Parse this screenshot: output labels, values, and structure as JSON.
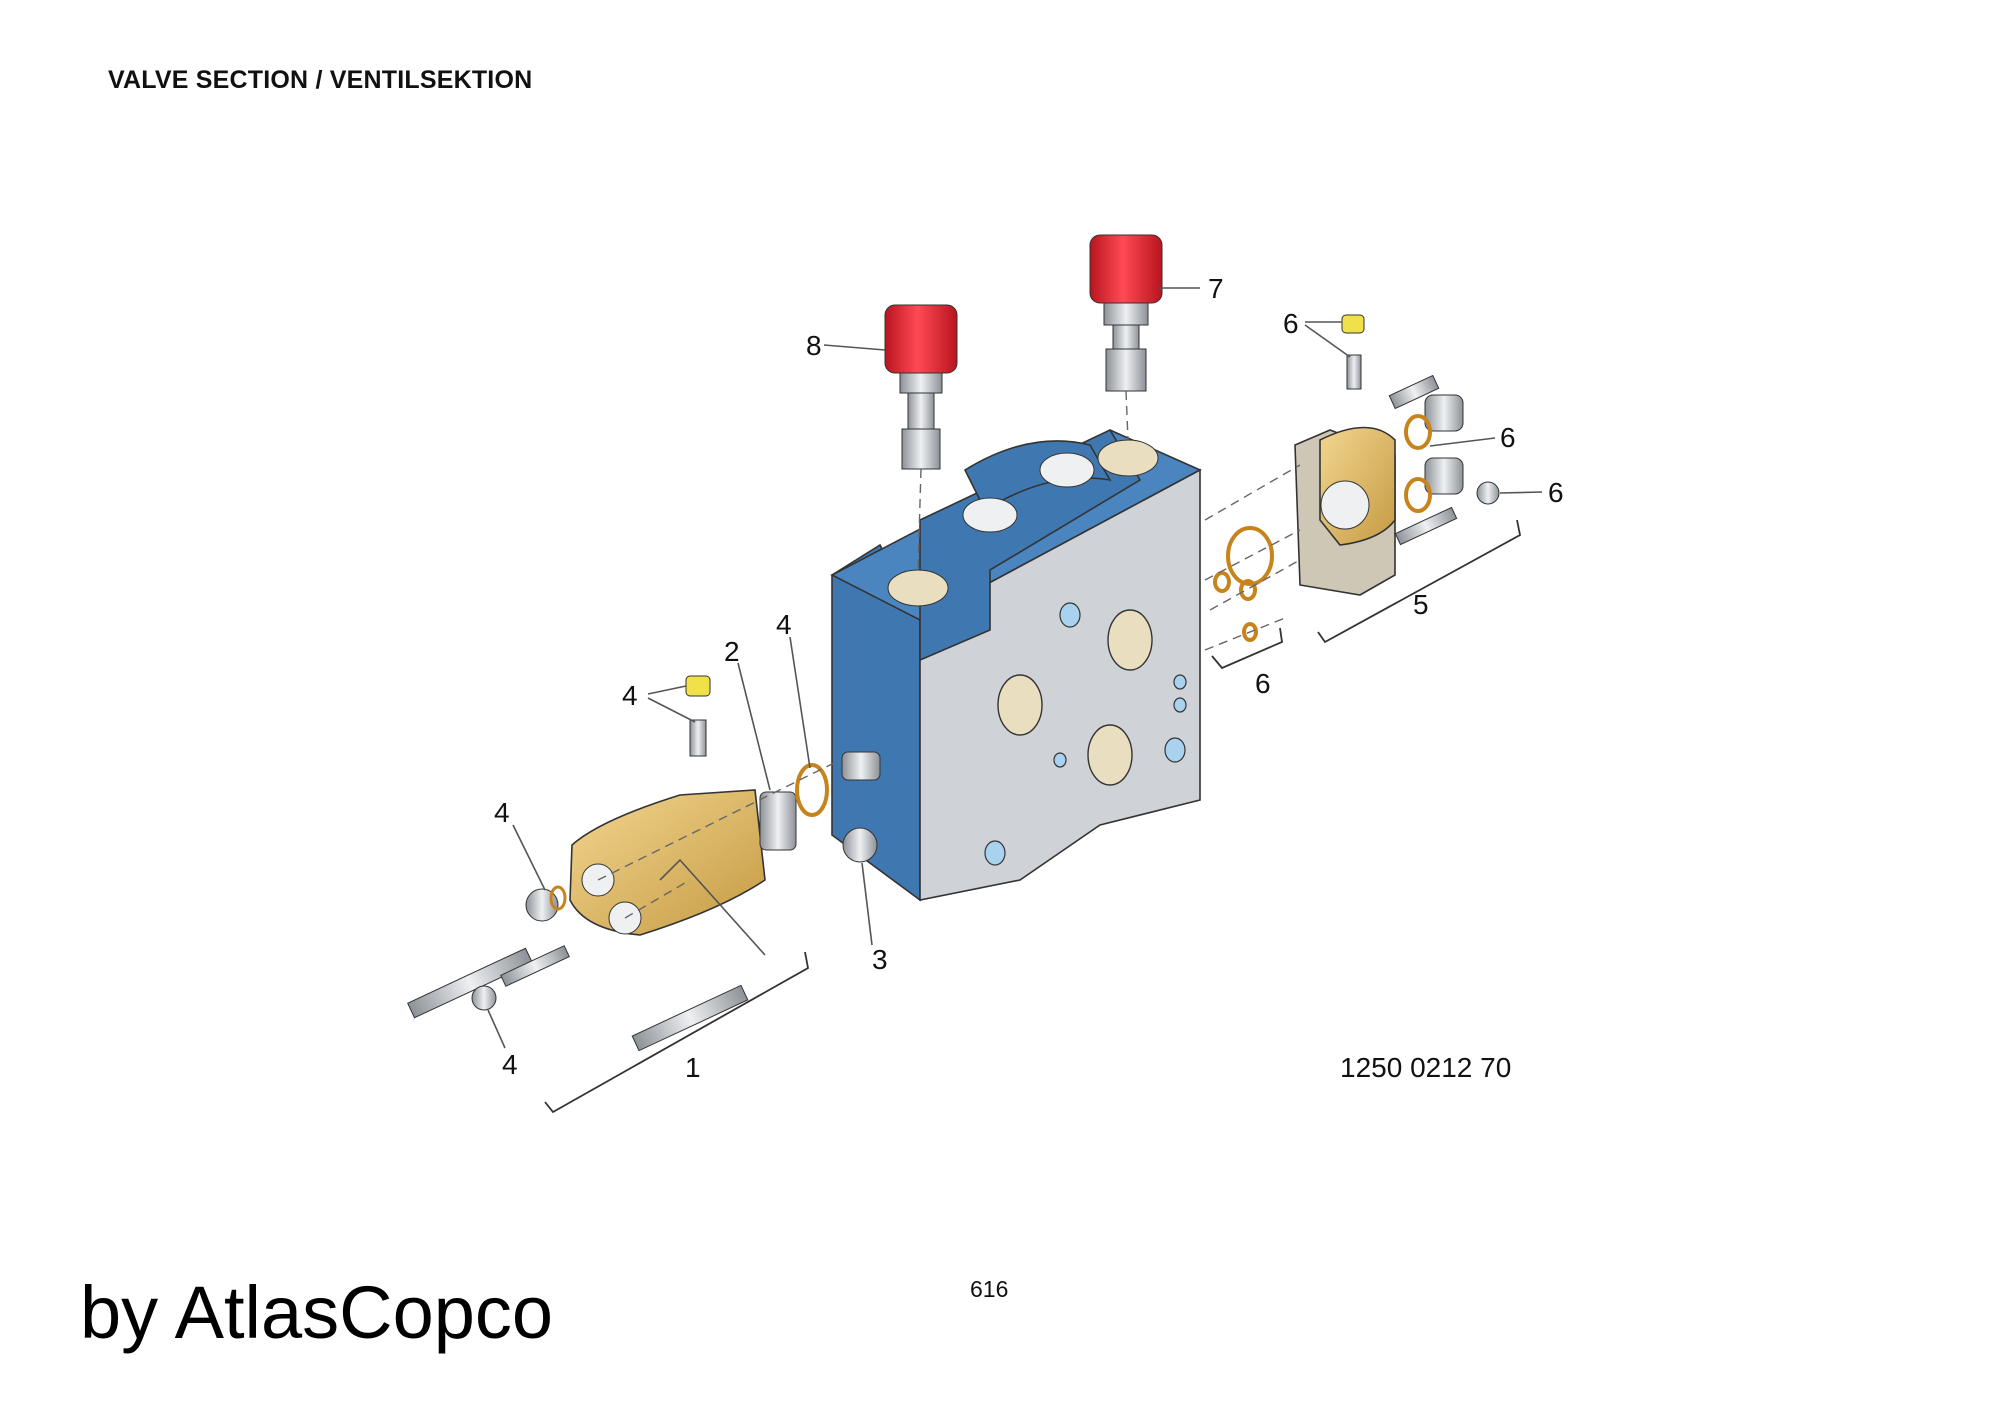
{
  "header": {
    "title": "VALVE SECTION / VENTILSEKTION"
  },
  "diagram": {
    "callouts": [
      {
        "id": "c8",
        "label": "8"
      },
      {
        "id": "c7",
        "label": "7"
      },
      {
        "id": "c6a",
        "label": "6"
      },
      {
        "id": "c6b",
        "label": "6"
      },
      {
        "id": "c6c",
        "label": "6"
      },
      {
        "id": "c6d",
        "label": "6"
      },
      {
        "id": "c5",
        "label": "5"
      },
      {
        "id": "c4a",
        "label": "4"
      },
      {
        "id": "c2",
        "label": "2"
      },
      {
        "id": "c4b",
        "label": "4"
      },
      {
        "id": "c4c",
        "label": "4"
      },
      {
        "id": "c3",
        "label": "3"
      },
      {
        "id": "c4d",
        "label": "4"
      },
      {
        "id": "c1",
        "label": "1"
      }
    ],
    "drawing_number": "1250 0212 70"
  },
  "footer": {
    "page_number": "616",
    "watermark": "by AtlasCopco"
  },
  "colors": {
    "valve_body_blue": "#3f78b0",
    "face_grey": "#cfd3d8",
    "cap_red": "#d8232f",
    "brass": "#d9b45e",
    "plug_yellow": "#f0e14a",
    "o_ring": "#c8841c"
  }
}
